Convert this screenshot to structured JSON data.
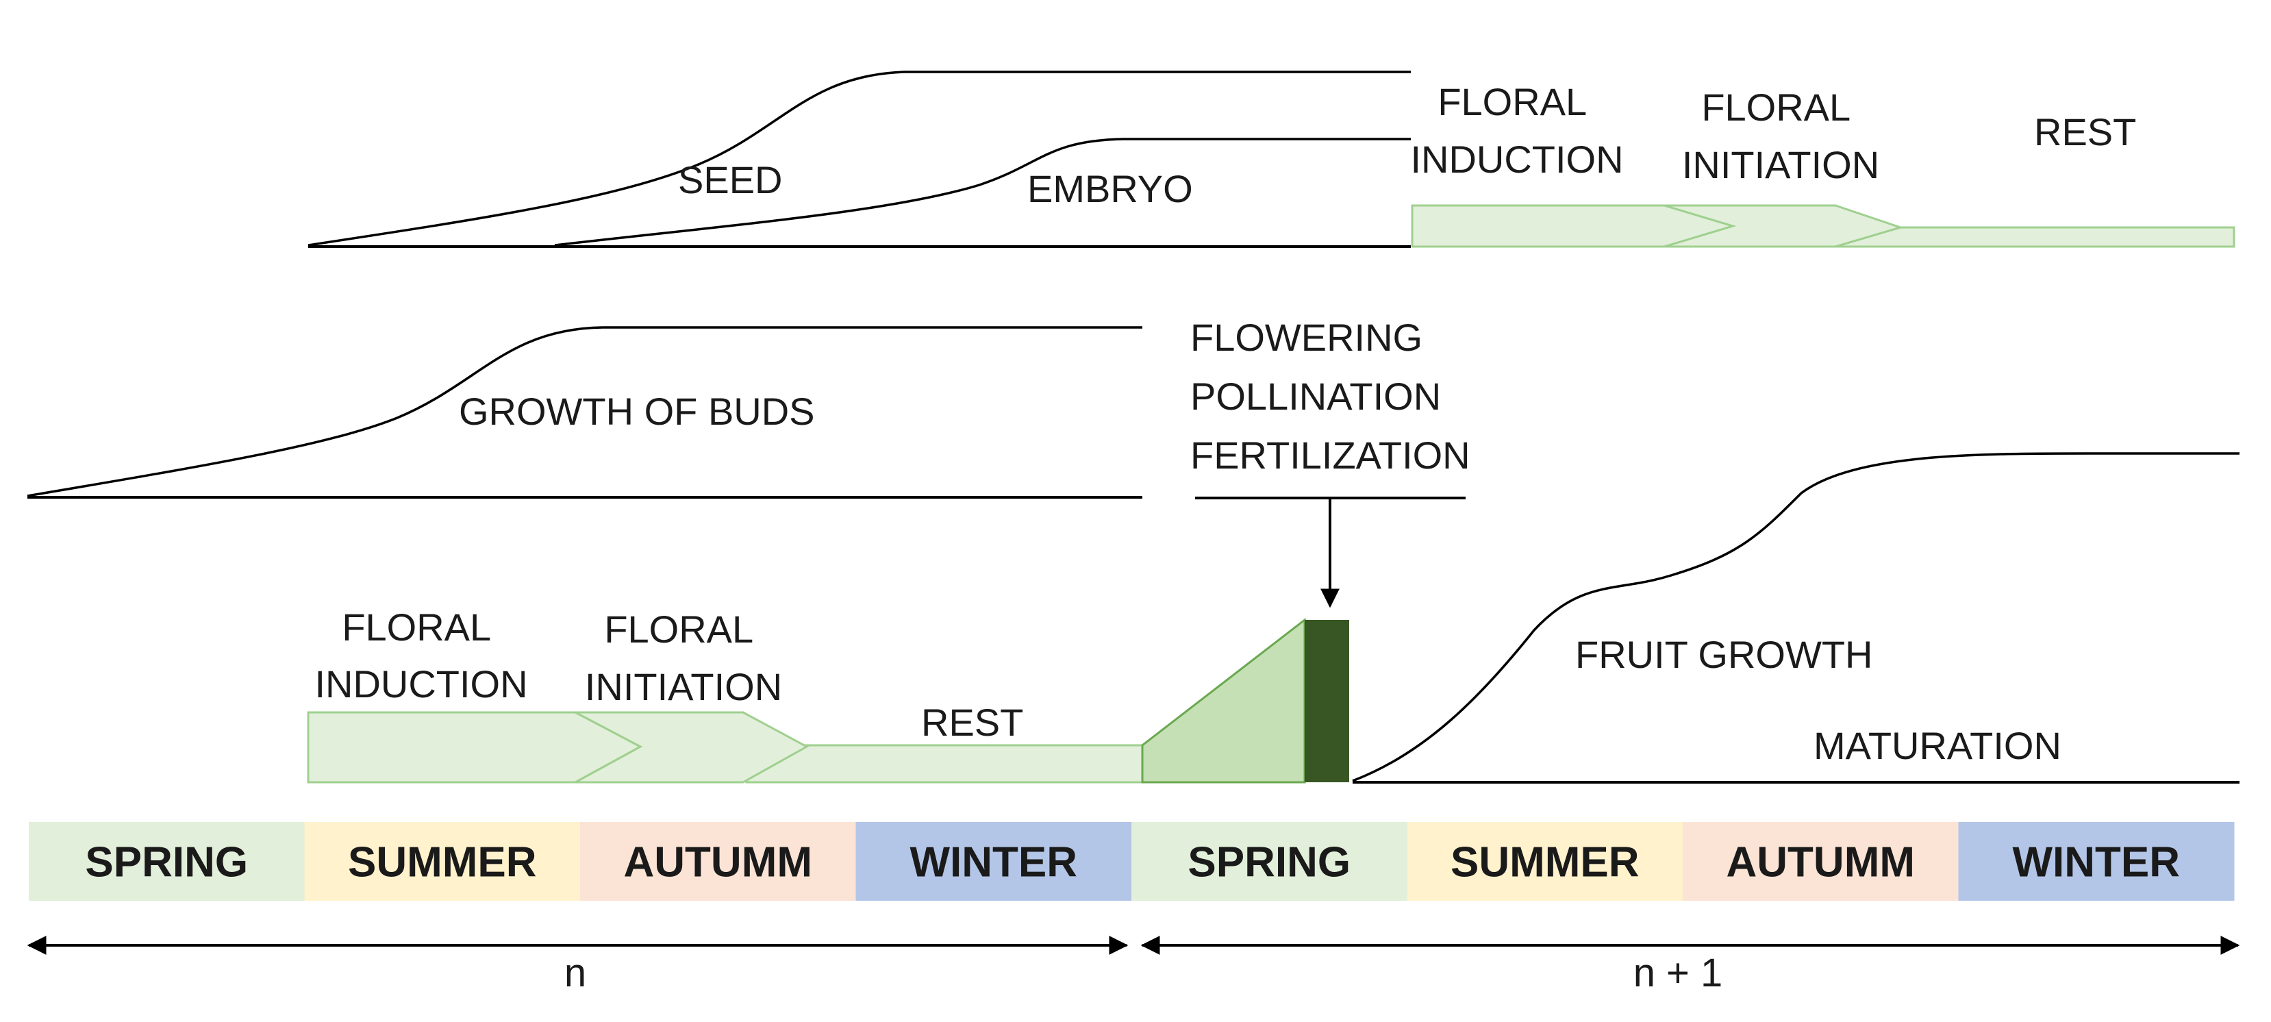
{
  "labels": {
    "seed": "SEED",
    "embryo": "EMBRYO",
    "top_floral_induction": [
      "FLORAL",
      "INDUCTION"
    ],
    "top_floral_initiation": [
      "FLORAL",
      "INITIATION"
    ],
    "top_rest": "REST",
    "growth_of_buds": "GROWTH OF BUDS",
    "flowering_stack": [
      "FLOWERING",
      "POLLINATION",
      "FERTILIZATION"
    ],
    "bottom_floral_induction": [
      "FLORAL",
      "INDUCTION"
    ],
    "bottom_floral_initiation": [
      "FLORAL",
      "INITIATION"
    ],
    "bottom_rest": "REST",
    "fruit_growth": "FRUIT GROWTH",
    "maturation": "MATURATION"
  },
  "seasons": [
    {
      "label": "SPRING",
      "color": "#e2efda"
    },
    {
      "label": "SUMMER",
      "color": "#fff2cc"
    },
    {
      "label": "AUTUMM",
      "color": "#fbe4d5"
    },
    {
      "label": "WINTER",
      "color": "#b4c6e7"
    },
    {
      "label": "SPRING",
      "color": "#e2efda"
    },
    {
      "label": "SUMMER",
      "color": "#fff2cc"
    },
    {
      "label": "AUTUMM",
      "color": "#fbe4d5"
    },
    {
      "label": "WINTER",
      "color": "#b4c6e7"
    }
  ],
  "years": {
    "first": "n",
    "second": "n + 1"
  },
  "colors": {
    "stage_fill": "#e2efda",
    "stage_stroke": "#9fd08f",
    "flowering_ramp": "#c5e0b4",
    "fertilization_bar": "#375623"
  }
}
